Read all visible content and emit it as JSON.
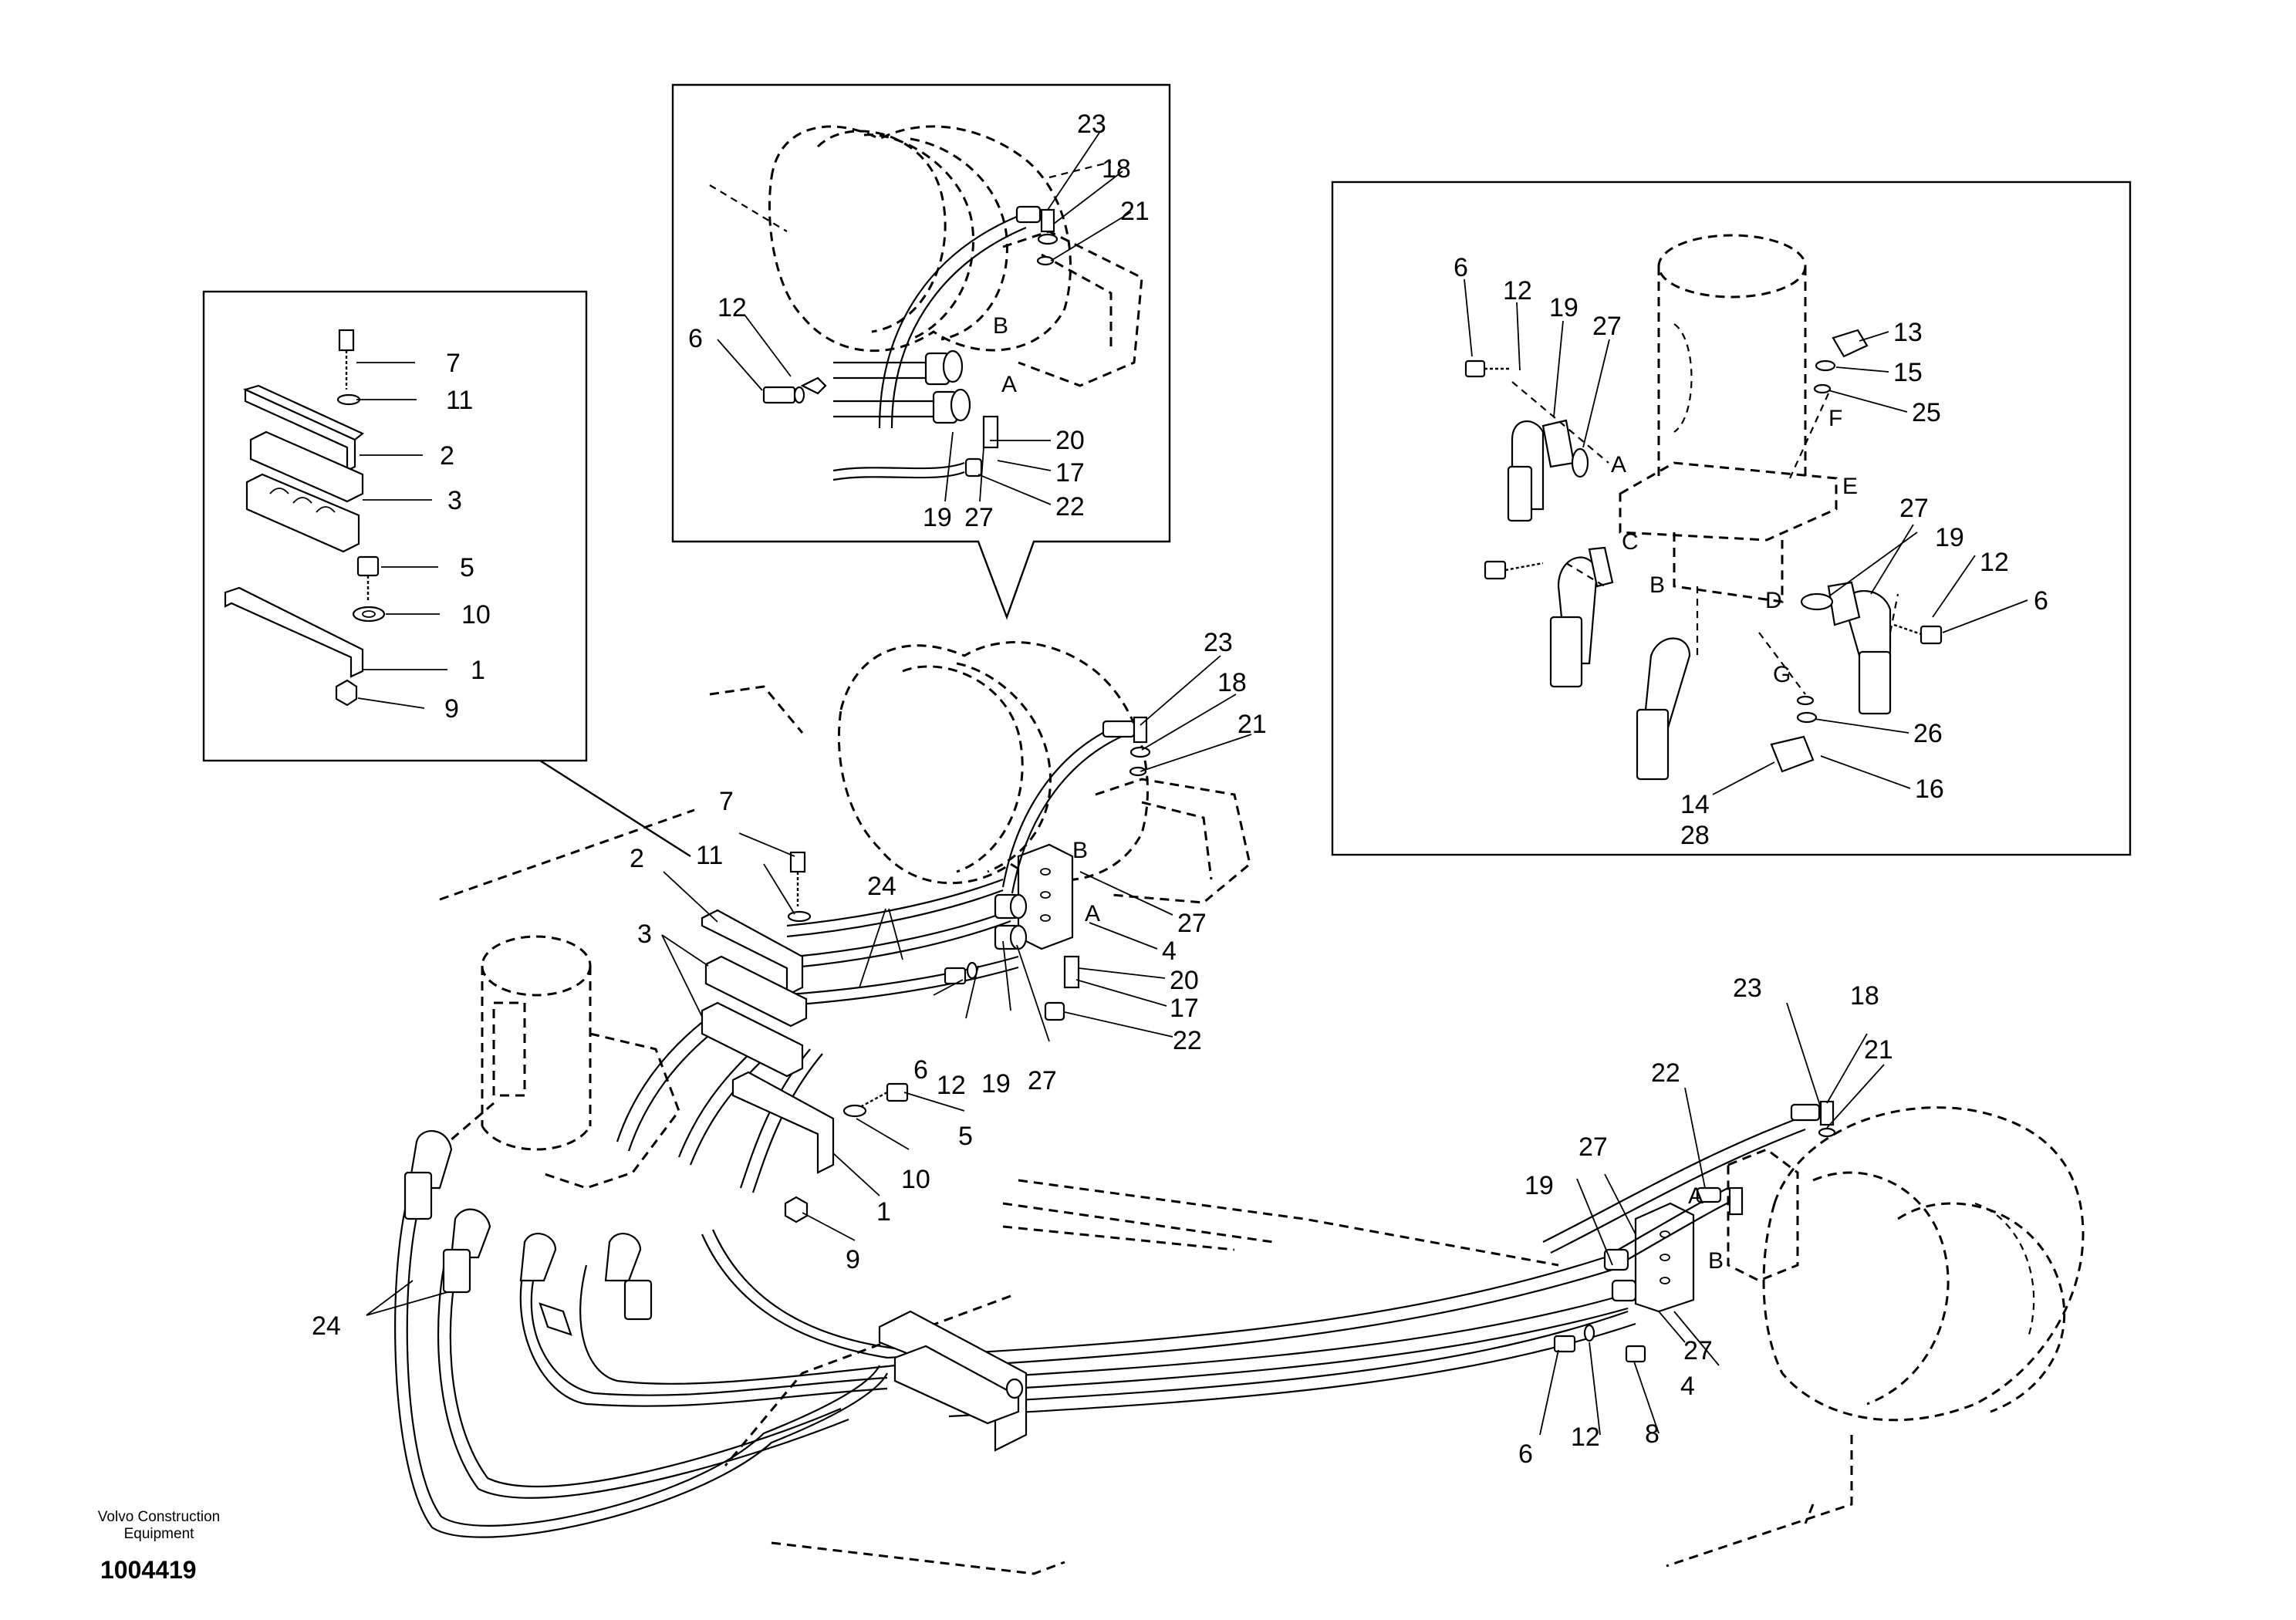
{
  "footer": {
    "brand_line1": "Volvo Construction",
    "brand_line2": "Equipment",
    "drawing_number": "1004419"
  },
  "inset_clamp": {
    "labels": [
      "7",
      "11",
      "2",
      "3",
      "5",
      "10",
      "1",
      "9"
    ]
  },
  "inset_motor": {
    "labels": [
      "23",
      "18",
      "21",
      "12",
      "6",
      "20",
      "17",
      "22",
      "19",
      "27"
    ],
    "port_labels": [
      "B",
      "A"
    ]
  },
  "inset_swivel": {
    "labels": [
      "6",
      "12",
      "19",
      "27",
      "13",
      "15",
      "25",
      "19",
      "12",
      "6",
      "27",
      "26",
      "16",
      "14",
      "28"
    ],
    "port_labels": [
      "A",
      "E",
      "F",
      "C",
      "B",
      "D",
      "G"
    ]
  },
  "main_view": {
    "labels": [
      "23",
      "18",
      "21",
      "24",
      "27",
      "4",
      "20",
      "17",
      "22",
      "7",
      "11",
      "2",
      "3",
      "6",
      "12",
      "19",
      "27",
      "5",
      "10",
      "1",
      "9",
      "24",
      "23",
      "18",
      "21",
      "22",
      "27",
      "19",
      "27",
      "4",
      "6",
      "12",
      "8"
    ],
    "port_labels": [
      "B",
      "A",
      "A",
      "B"
    ]
  }
}
